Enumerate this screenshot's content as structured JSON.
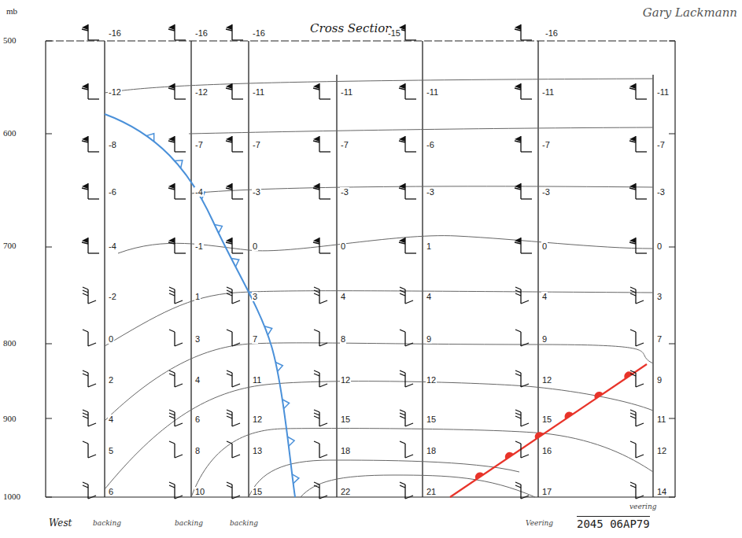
{
  "diagram": {
    "title": "Cross Section",
    "labels": [
      "Gary Lackmann",
      "mb",
      "500",
      "600",
      "700",
      "800",
      "900",
      "1000",
      "-16",
      "-12",
      "-8",
      "-6",
      "-4",
      "-2",
      "0",
      "2",
      "4",
      "5",
      "6",
      "-16",
      "-12",
      "-7",
      "-4",
      "-1",
      "1",
      "3",
      "4",
      "6",
      "8",
      "10",
      "-16",
      "-11",
      "-7",
      "-3",
      "0",
      "3",
      "7",
      "11",
      "12",
      "13",
      "15",
      "-11",
      "-7",
      "-3",
      "0",
      "4",
      "8",
      "12",
      "15",
      "18",
      "22",
      "-15",
      "-11",
      "-6",
      "-3",
      "1",
      "4",
      "9",
      "12",
      "15",
      "18",
      "21",
      "-16",
      "-11",
      "-7",
      "-3",
      "0",
      "4",
      "9",
      "12",
      "15",
      "16",
      "17",
      "-11",
      "-7",
      "-3",
      "0",
      "3",
      "7",
      "9",
      "11",
      "12",
      "14",
      "West",
      "backing",
      "backing",
      "backing",
      "Veering",
      "veering",
      "2045 06AP79"
    ]
  }
}
